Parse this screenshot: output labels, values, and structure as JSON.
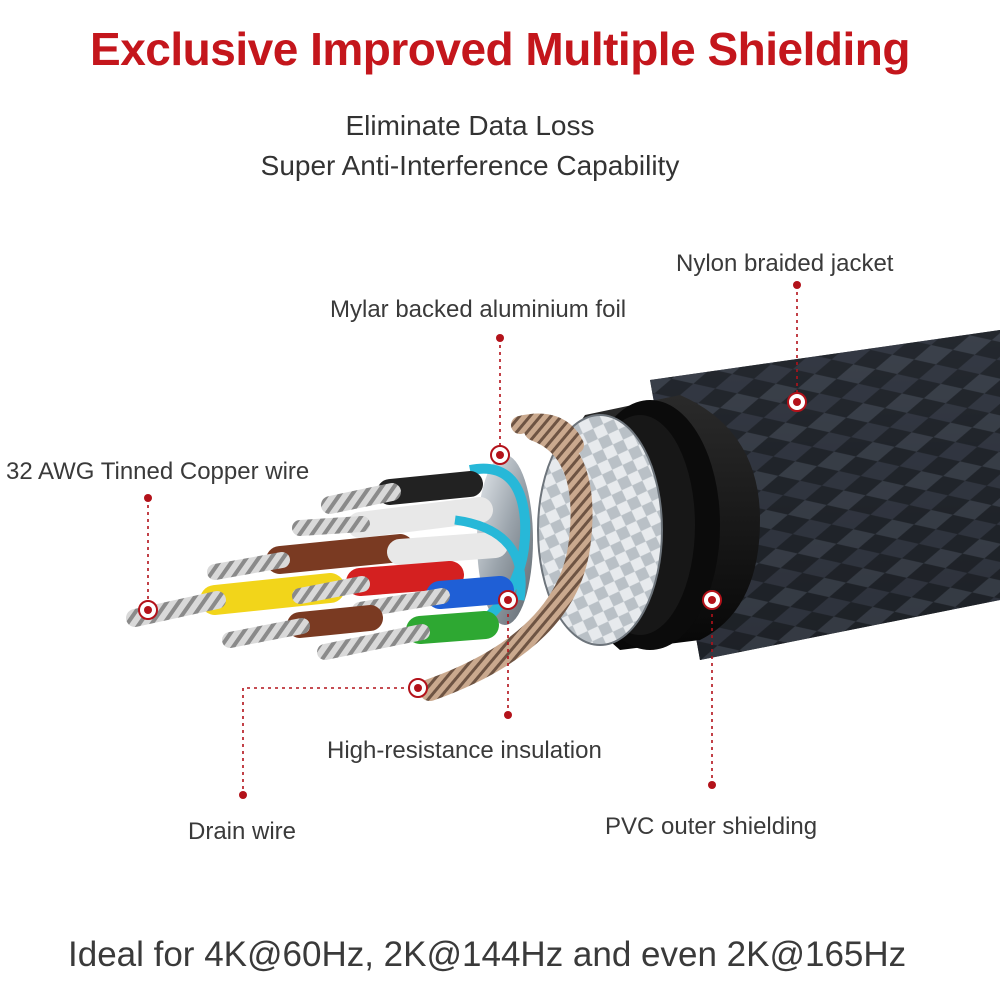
{
  "header": {
    "title": "Exclusive Improved Multiple Shielding",
    "subtitle_line1": "Eliminate Data Loss",
    "subtitle_line2": "Super Anti-Interference Capability"
  },
  "callouts": {
    "nylon_jacket": "Nylon braided jacket",
    "mylar_foil": "Mylar backed aluminium foil",
    "copper_wire": "32 AWG Tinned Copper wire",
    "insulation": "High-resistance insulation",
    "drain_wire": "Drain wire",
    "pvc_shielding": "PVC outer shielding"
  },
  "footer": {
    "text": "Ideal for 4K@60Hz, 2K@144Hz and even 2K@165Hz"
  },
  "colors": {
    "accent": "#c4161c",
    "callout_marker": "#b3121a",
    "text": "#3a3a3a",
    "jacket": "#1c1f24",
    "wire_yellow": "#f2d51a",
    "wire_red": "#d42020",
    "wire_blue": "#1f5fd6",
    "wire_green": "#2ea832",
    "wire_brown": "#7a3a22",
    "wire_white": "#e8e8e8",
    "wire_black": "#222222",
    "insulation_cyan": "#27b8d8"
  }
}
